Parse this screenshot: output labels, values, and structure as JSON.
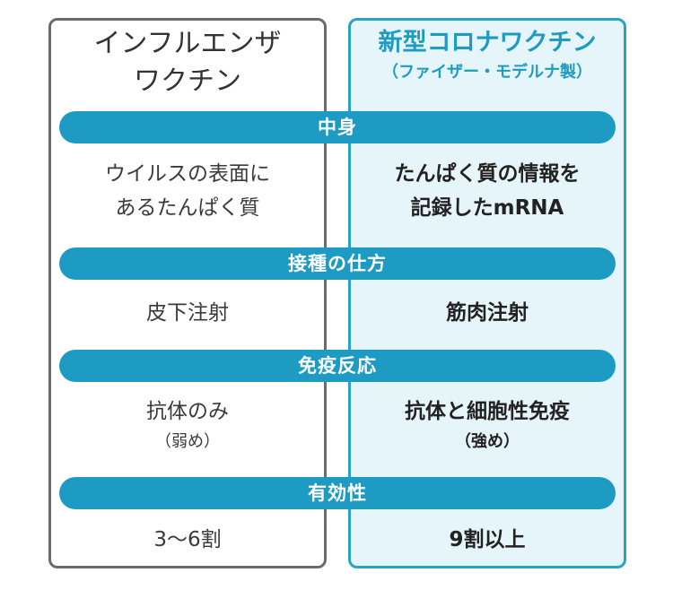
{
  "left": {
    "header_lines": [
      "インフルエンザ",
      "ワクチン"
    ],
    "contents_lines": [
      "ウイルスの表面に",
      "あるたんぱく質"
    ],
    "method": "皮下注射",
    "response": "抗体のみ",
    "response_note": "（弱め）",
    "efficacy": "3〜6割"
  },
  "right": {
    "title": "新型コロナワクチン",
    "subtitle": "（ファイザー・モデルナ製）",
    "contents_lines": [
      "たんぱく質の情報を",
      "記録したmRNA"
    ],
    "method": "筋肉注射",
    "response": "抗体と細胞性免疫",
    "response_note": "（強め）",
    "efficacy": "9割以上"
  },
  "rows": [
    {
      "label": "中身"
    },
    {
      "label": "接種の仕方"
    },
    {
      "label": "免疫反応"
    },
    {
      "label": "有効性"
    }
  ],
  "colors": {
    "accent": "#1d9bc2",
    "right_bg": "#e6f5fa",
    "left_border": "#6b6b6b"
  }
}
